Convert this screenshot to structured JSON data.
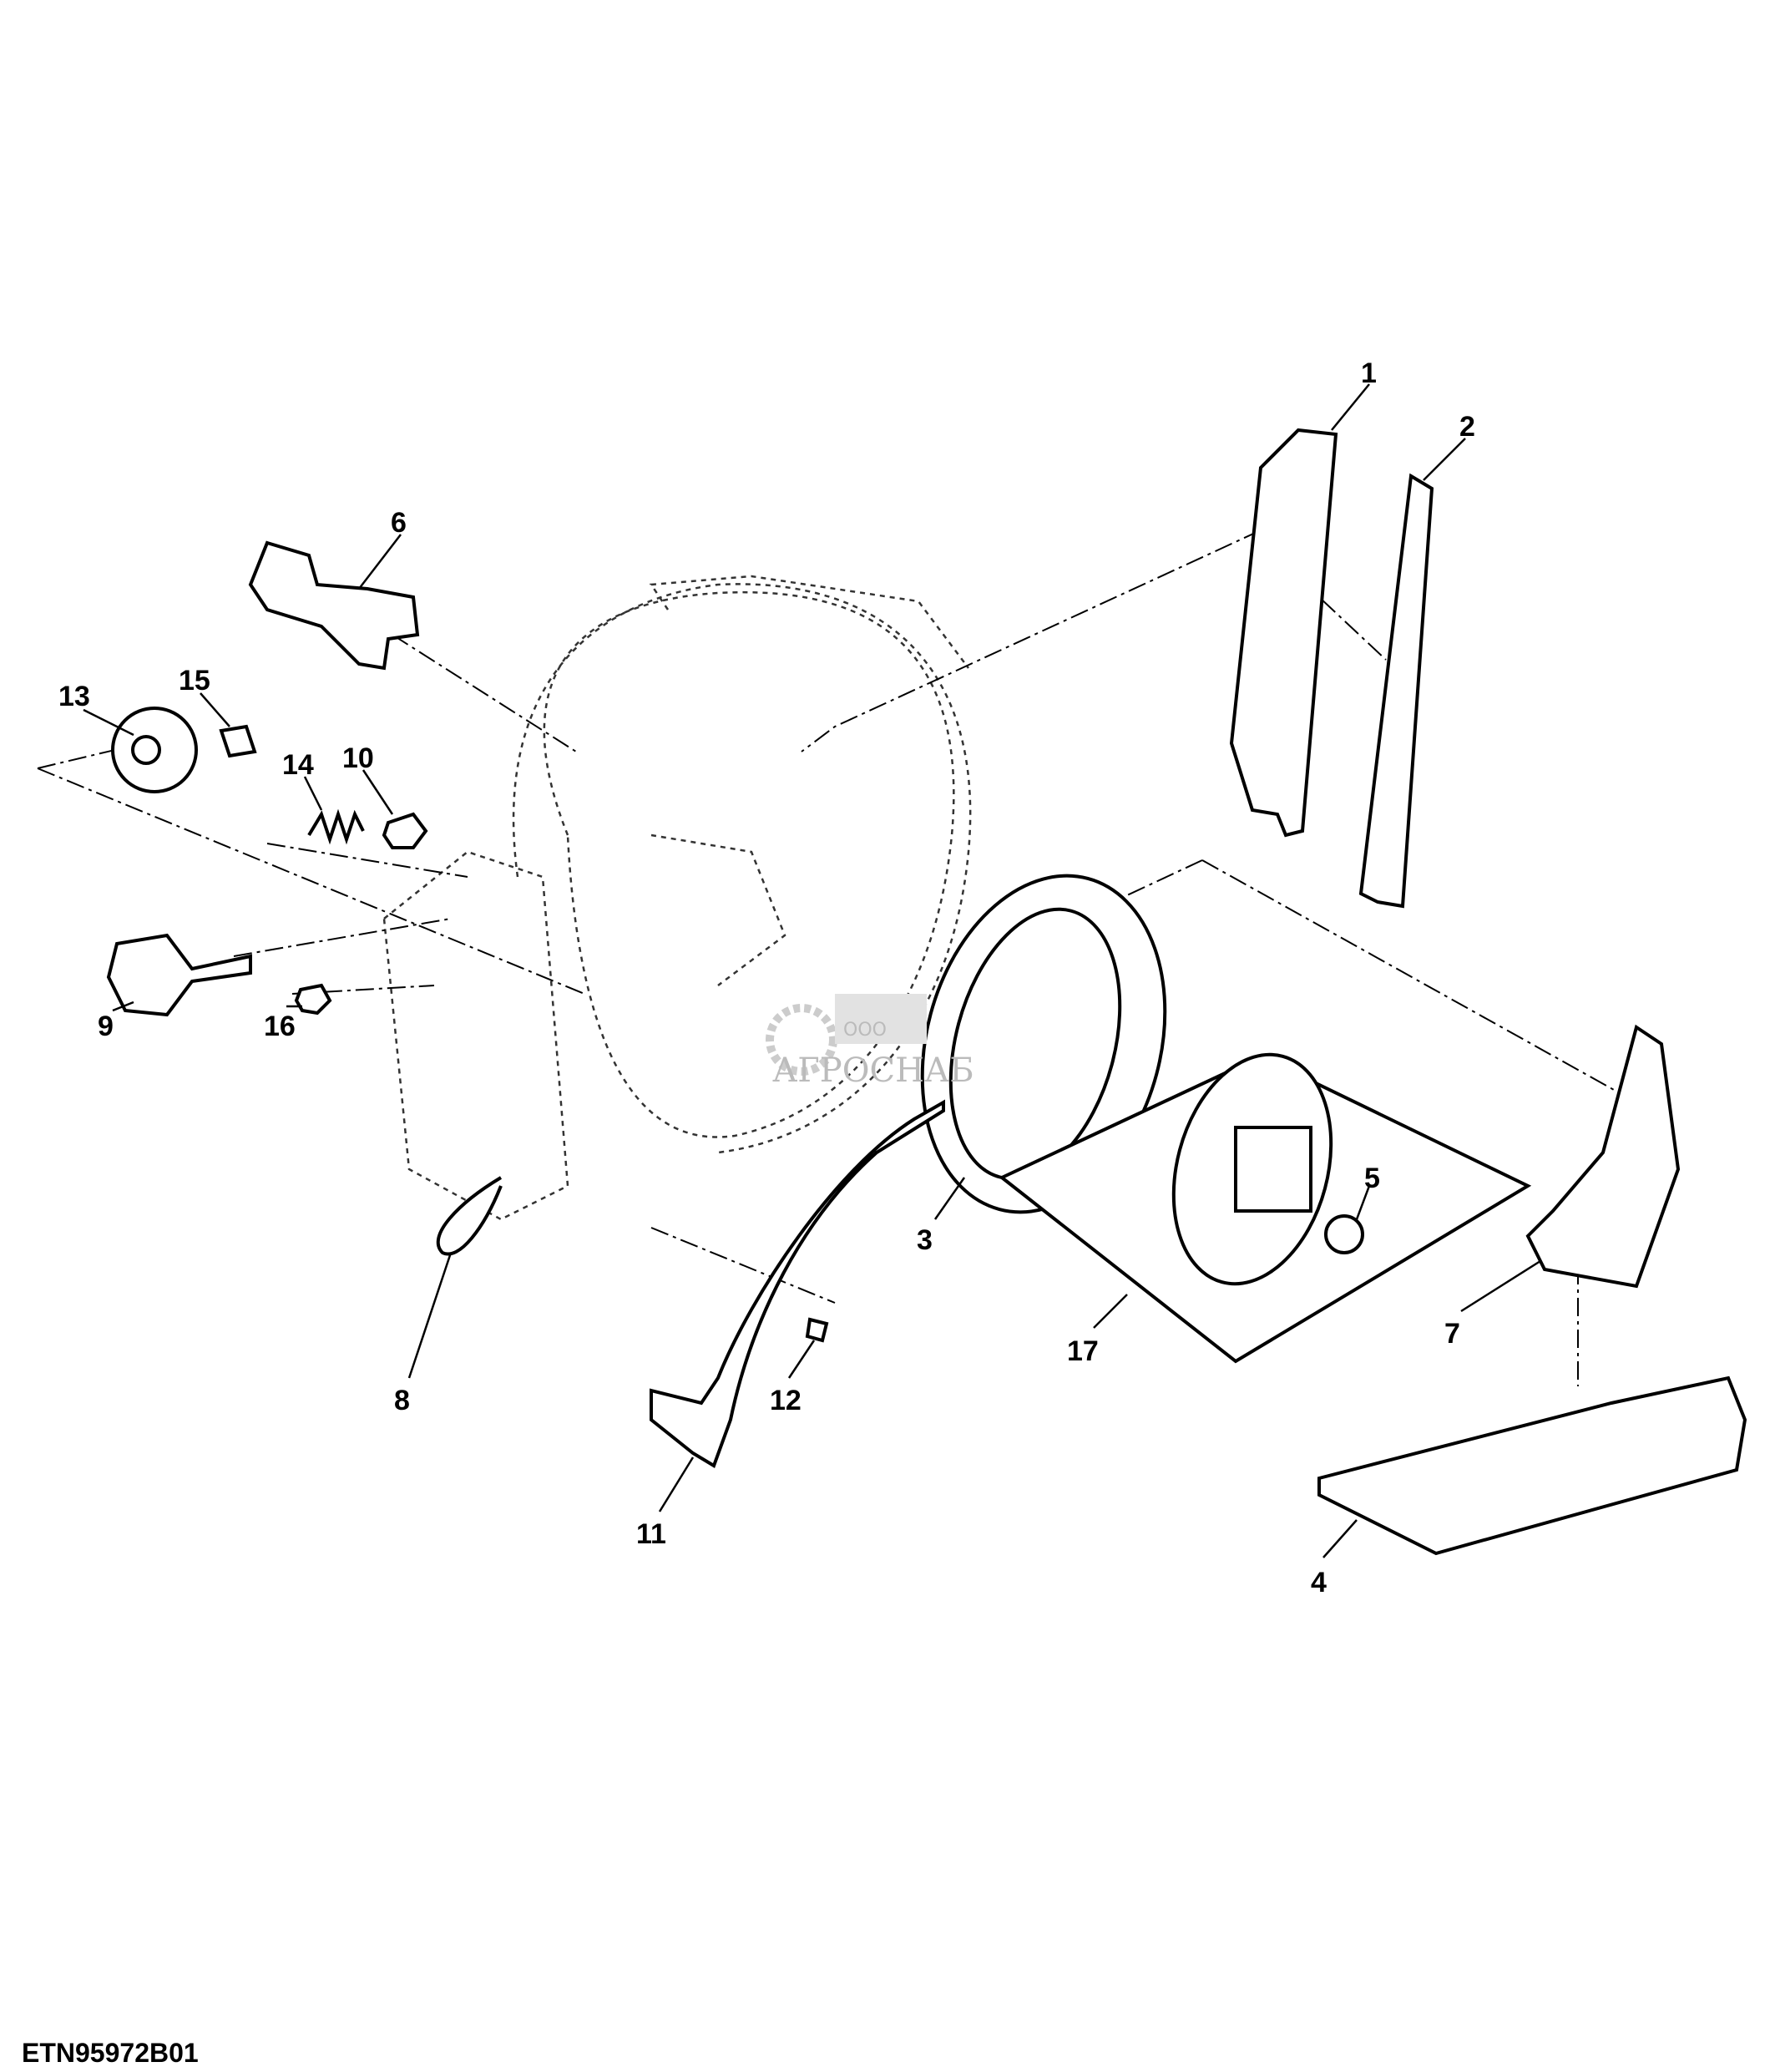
{
  "figure_id": "ETN95972B01",
  "watermark": {
    "company": "АГРОСНАБ",
    "prefix": "ООО"
  },
  "callouts": [
    "1",
    "2",
    "3",
    "4",
    "5",
    "6",
    "7",
    "8",
    "9",
    "10",
    "11",
    "12",
    "13",
    "14",
    "15",
    "16",
    "17"
  ]
}
